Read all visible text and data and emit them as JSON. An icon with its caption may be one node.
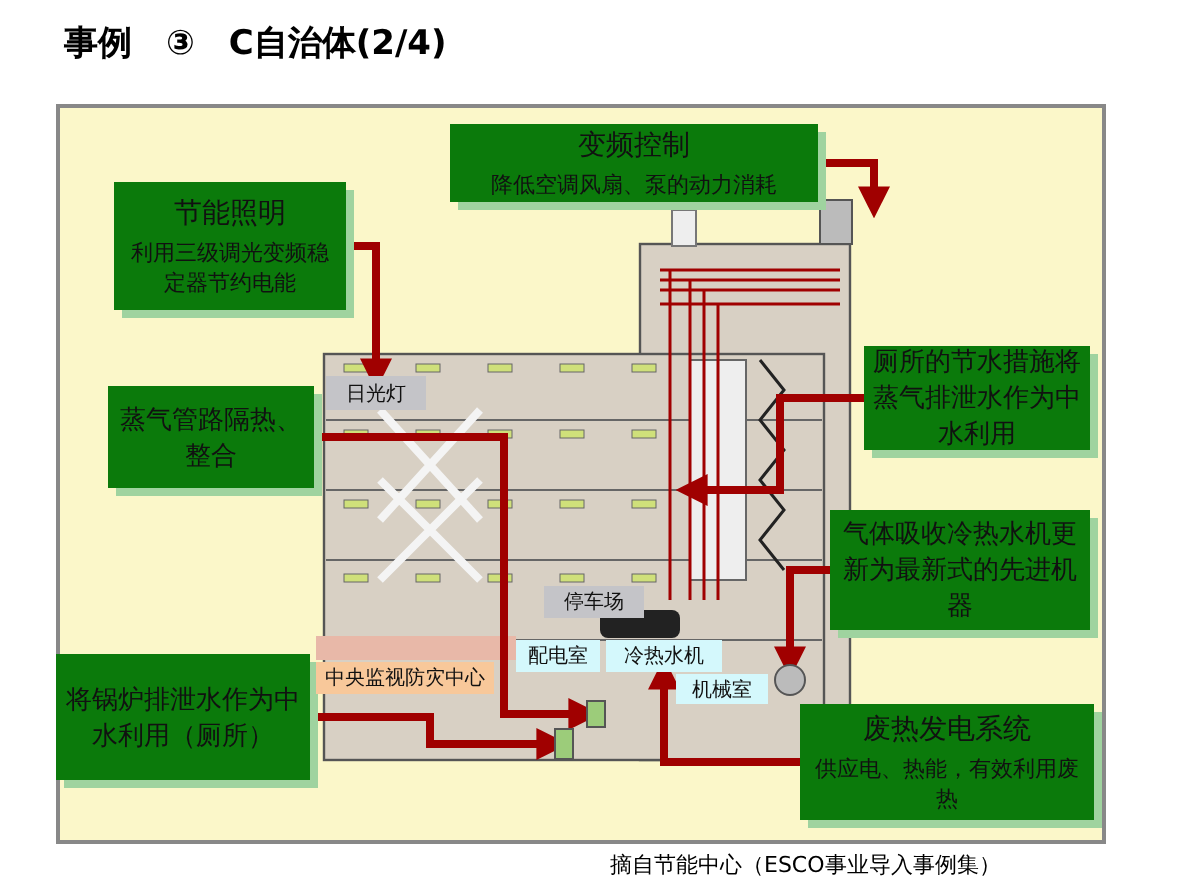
{
  "diagram": {
    "title": "事例　③　C自治体(2/4)",
    "caption": "摘自节能中心（ESCO事业导入事例集）",
    "nodes": [
      {
        "text": [
          "节能照明",
          "利用三级调光变频稳定器节约电能"
        ]
      },
      {
        "text": [
          "变频控制",
          "降低空调风扇、泵的动力消耗"
        ]
      },
      {
        "text": [
          "蒸气管路隔热、整合"
        ]
      },
      {
        "text": [
          "厕所的节水措施将蒸气排泄水作为中水利用"
        ]
      },
      {
        "text": [
          "气体吸收冷热水机更新为最新式的先进机器"
        ]
      },
      {
        "text": [
          "将锅炉排泄水作为中水利用（厕所）"
        ]
      },
      {
        "text": [
          "废热发电系统",
          "供应电、热能，有效利用废热"
        ]
      },
      {
        "text": [
          "日光灯"
        ]
      },
      {
        "text": [
          "冷热水机"
        ]
      },
      {
        "text": [],
        "shape": "circle"
      },
      {
        "text": [
          "停车场"
        ]
      },
      {
        "text": [
          "配电室"
        ]
      },
      {
        "text": [
          "中央监视防灾中心"
        ]
      },
      {
        "text": [
          "机械室"
        ]
      },
      {
        "text": [],
        "shape": "box"
      },
      {
        "text": [],
        "shape": "box"
      }
    ],
    "edges": [
      {
        "from": 0,
        "to": 7,
        "arrow": "to"
      },
      {
        "from": 1,
        "to": null,
        "arrow": "to"
      },
      {
        "from": 2,
        "to": 14,
        "arrow": "to"
      },
      {
        "from": 3,
        "to": null,
        "arrow": "to"
      },
      {
        "from": 4,
        "to": 9,
        "arrow": "to"
      },
      {
        "from": 5,
        "to": 15,
        "arrow": "to"
      },
      {
        "from": 6,
        "to": 8,
        "arrow": "to"
      }
    ]
  }
}
